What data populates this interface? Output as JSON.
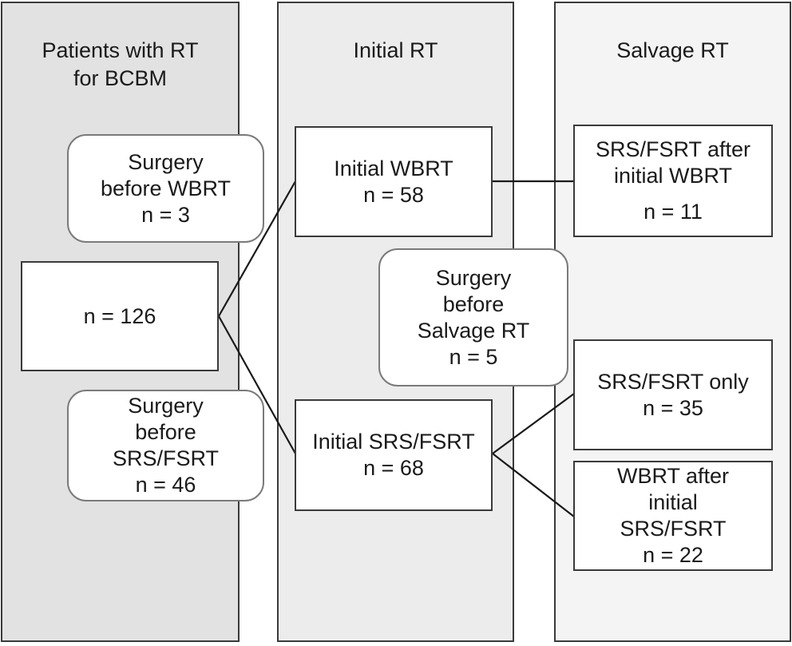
{
  "columns": {
    "left": {
      "title_lines": [
        "Patients with RT",
        "for BCBM"
      ]
    },
    "middle": {
      "title_lines": [
        "Initial RT"
      ]
    },
    "right": {
      "title_lines": [
        "Salvage RT"
      ]
    }
  },
  "boxes": {
    "surgery_before_wbrt": {
      "lines": [
        "Surgery",
        "before WBRT",
        "n = 3"
      ]
    },
    "total": {
      "lines": [
        "n = 126"
      ]
    },
    "surgery_before_srs": {
      "lines": [
        "Surgery",
        "before",
        "SRS/FSRT",
        "n = 46"
      ]
    },
    "initial_wbrt": {
      "lines": [
        "Initial WBRT",
        "n = 58"
      ]
    },
    "surgery_before_salvage": {
      "lines": [
        "Surgery",
        "before",
        "Salvage RT",
        "n = 5"
      ]
    },
    "initial_srs": {
      "lines": [
        "Initial SRS/FSRT",
        "n = 68"
      ]
    },
    "srs_after_wbrt": {
      "lines": [
        "SRS/FSRT after",
        "initial WBRT",
        "",
        "n = 11"
      ]
    },
    "srs_only": {
      "lines": [
        "SRS/FSRT only",
        "n = 35"
      ]
    },
    "wbrt_after_srs": {
      "lines": [
        "WBRT after",
        "initial",
        "SRS/FSRT",
        "n = 22"
      ]
    }
  }
}
